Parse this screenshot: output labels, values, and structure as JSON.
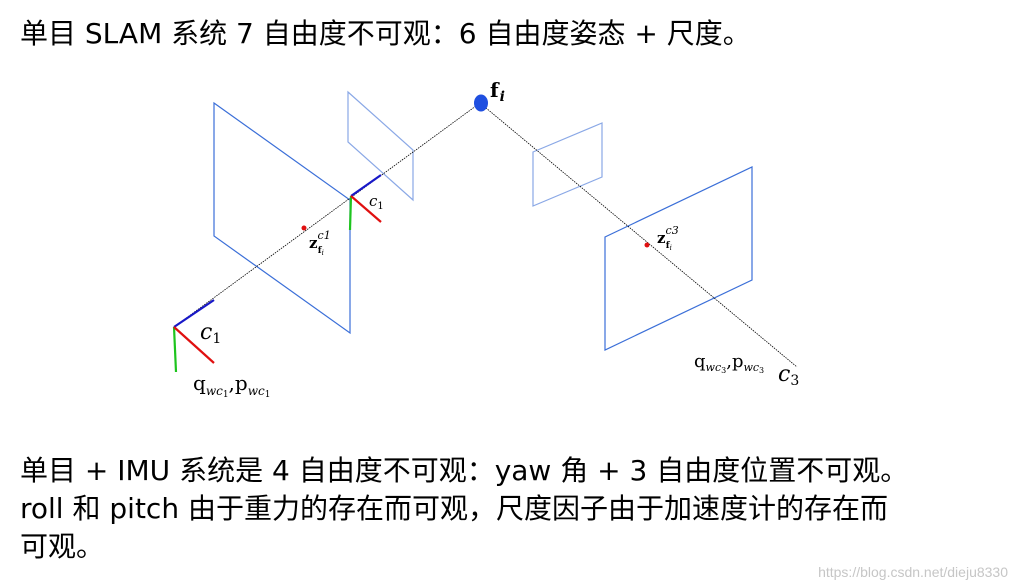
{
  "header": {
    "text": "单目 SLAM 系统 7 自由度不可观：6 自由度姿态 + 尺度。"
  },
  "diagram": {
    "feature_label": "f",
    "feature_sub": "i",
    "camera1_label": "c",
    "camera1_sub": "1",
    "camera1_near_label": "c",
    "camera1_near_sub": "1",
    "camera3_label": "c",
    "camera3_sub": "3",
    "obs1_main": "z",
    "obs1_sup": "c1",
    "obs1_sub": "f",
    "obs1_sub2": "i",
    "obs3_main": "z",
    "obs3_sup": "c3",
    "obs3_sub": "f",
    "obs3_sub2": "i",
    "pose1": {
      "q": "q",
      "q_sub": "wc",
      "q_sub2": "1",
      "sep": ",",
      "p": "p",
      "p_sub": "wc",
      "p_sub2": "1"
    },
    "pose3": {
      "q": "q",
      "q_sub": "wc",
      "q_sub2": "3",
      "sep": ",",
      "p": "p",
      "p_sub": "wc",
      "p_sub2": "3"
    },
    "colors": {
      "plane": "#3b6fd8",
      "feature": "#1f4fe0",
      "observation": "#e01010",
      "axis_x": "#e01010",
      "axis_y": "#1ec41e",
      "axis_z": "#1818c8"
    }
  },
  "footer": {
    "line1": "单目 + IMU 系统是 4 自由度不可观：yaw 角 + 3 自由度位置不可观。",
    "line2": "roll 和 pitch 由于重力的存在而可观，尺度因子由于加速度计的存在而",
    "line3": "可观。"
  },
  "watermark": "https://blog.csdn.net/dieju8330"
}
